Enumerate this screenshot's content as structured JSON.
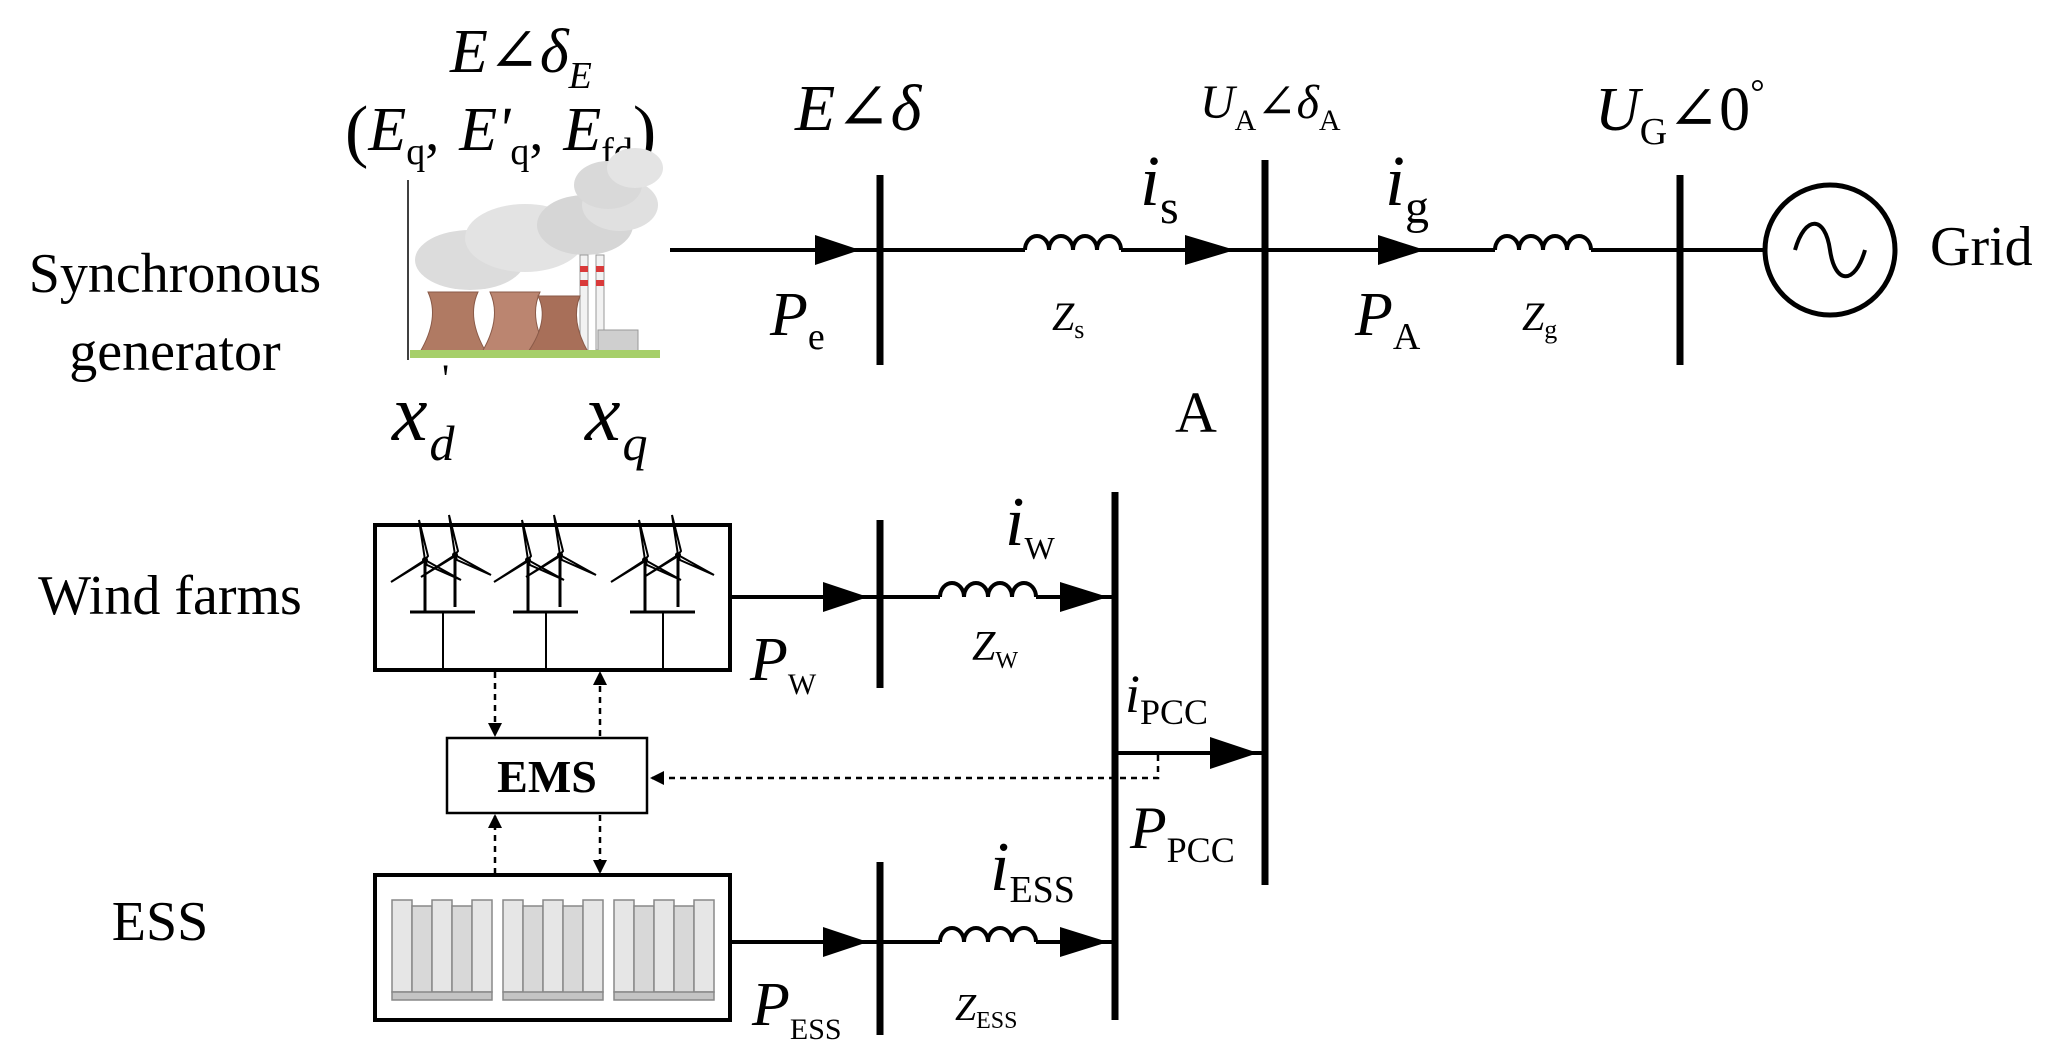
{
  "sources": {
    "synchronous_generator": [
      "Synchronous",
      "generator"
    ],
    "wind_farms": "Wind farms",
    "ess": "ESS",
    "grid": "Grid",
    "ems": "EMS"
  },
  "generator_params": {
    "internal_emf": {
      "base": "E∠δ",
      "sub": "E"
    },
    "states": [
      {
        "base": "E",
        "sub": "q"
      },
      {
        "base": "E'",
        "sub": "q"
      },
      {
        "base": "E",
        "sub": "fd"
      }
    ],
    "separator": ",",
    "reactances": [
      {
        "base": "x",
        "sub": "d",
        "prime": "'"
      },
      {
        "base": "x",
        "sub": "q"
      }
    ]
  },
  "bus_labels": {
    "gen_bus": "E∠δ",
    "bus_a_voltage": {
      "base": "U",
      "sub": "A",
      "angle": "∠δ",
      "angle_sub": "A"
    },
    "grid_voltage": {
      "base": "U",
      "sub": "G",
      "angle": "∠0",
      "deg": "°"
    },
    "bus_a_name": "A"
  },
  "branches": {
    "gen": {
      "power": {
        "base": "P",
        "sub": "e"
      },
      "current": {
        "base": "i",
        "sub": "s"
      },
      "impedance": {
        "base": "Z",
        "sub": "s"
      }
    },
    "grid": {
      "power": {
        "base": "P",
        "sub": "A"
      },
      "current": {
        "base": "i",
        "sub": "g"
      },
      "impedance": {
        "base": "Z",
        "sub": "g"
      }
    },
    "wind": {
      "power": {
        "base": "P",
        "sub": "W"
      },
      "current": {
        "base": "i",
        "sub": "W"
      },
      "impedance": {
        "base": "Z",
        "sub": "W"
      }
    },
    "pcc": {
      "power": {
        "base": "P",
        "sub": "PCC"
      },
      "current": {
        "base": "i",
        "sub": "PCC"
      }
    },
    "ess": {
      "power": {
        "base": "P",
        "sub": "ESS"
      },
      "current": {
        "base": "i",
        "sub": "ESS"
      },
      "impedance": {
        "base": "Z",
        "sub": "ESS"
      }
    }
  },
  "colors": {
    "line": "#000000",
    "smoke": "#d8d8d8",
    "tower": "#b07a63",
    "ground": "#a6cf6a",
    "stripe": "#d93a3a",
    "battery": "#d2d2d2"
  }
}
